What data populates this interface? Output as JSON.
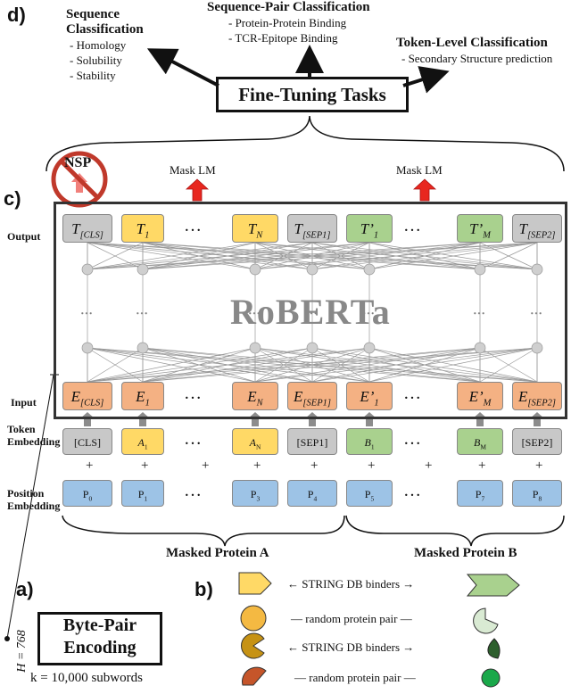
{
  "panel_labels": {
    "d": "d)",
    "c": "c)",
    "a": "a)",
    "b": "b)"
  },
  "tasks": {
    "sequence": {
      "title_l1": "Sequence",
      "title_l2": "Classification",
      "items": [
        "- Homology",
        "- Solubility",
        "- Stability"
      ]
    },
    "pair": {
      "title": "Sequence-Pair Classification",
      "items": [
        "- Protein-Protein Binding",
        "- TCR-Epitope Binding"
      ]
    },
    "token": {
      "title": "Token-Level Classification",
      "items": [
        "- Secondary Structure prediction"
      ]
    },
    "fine_tuning": "Fine-Tuning Tasks"
  },
  "heads": {
    "nsp": "NSP",
    "mask_lm_1": "Mask LM",
    "mask_lm_2": "Mask LM"
  },
  "model_name": "RoBERTa",
  "row_labels": {
    "output": "Output",
    "input": "Input",
    "token_l1": "Token",
    "token_l2": "Embedding",
    "position_l1": "Position",
    "position_l2": "Embedding"
  },
  "output_tokens": [
    {
      "base": "T",
      "sub": "[CLS]"
    },
    {
      "base": "T",
      "sub": "1"
    },
    {
      "base": "T",
      "sub": "N"
    },
    {
      "base": "T",
      "sub": "[SEP1]"
    },
    {
      "base": "T’",
      "sub": "1"
    },
    {
      "base": "T’",
      "sub": "M"
    },
    {
      "base": "T",
      "sub": "[SEP2]"
    }
  ],
  "input_tokens": [
    {
      "base": "E",
      "sub": "[CLS]"
    },
    {
      "base": "E",
      "sub": "1"
    },
    {
      "base": "E",
      "sub": "N"
    },
    {
      "base": "E",
      "sub": "[SEP1]"
    },
    {
      "base": "E’",
      "sub": "1"
    },
    {
      "base": "E’",
      "sub": "M"
    },
    {
      "base": "E",
      "sub": "[SEP2]"
    }
  ],
  "token_embeddings": [
    {
      "base": "[CLS]",
      "sub": ""
    },
    {
      "base": "A",
      "sub": "1"
    },
    {
      "base": "A",
      "sub": "N"
    },
    {
      "base": "[SEP1]",
      "sub": ""
    },
    {
      "base": "B",
      "sub": "1"
    },
    {
      "base": "B",
      "sub": "M"
    },
    {
      "base": "[SEP2]",
      "sub": ""
    }
  ],
  "position_embeddings": [
    {
      "base": "P",
      "sub": "0"
    },
    {
      "base": "P",
      "sub": "1"
    },
    {
      "base": "P",
      "sub": "3"
    },
    {
      "base": "P",
      "sub": "4"
    },
    {
      "base": "P",
      "sub": "5"
    },
    {
      "base": "P",
      "sub": "7"
    },
    {
      "base": "P",
      "sub": "8"
    }
  ],
  "ellipsis": "…",
  "plus": "+",
  "masked_a": "Masked Protein A",
  "masked_b": "Masked Protein B",
  "bpe": {
    "l1": "Byte-Pair",
    "l2": "Encoding",
    "k_label": "k = 10,000 subwords",
    "h_label": "H = 768"
  },
  "legend": [
    "← STRING DB binders →",
    "— random protein pair —",
    "← STRING DB binders →",
    "— random protein pair —"
  ],
  "colors": {
    "gray": "#c8c8c8",
    "yellow": "#ffd966",
    "green": "#a9d18e",
    "orange": "#f4b183",
    "blue": "#9dc3e6",
    "red": "#e8271f"
  }
}
